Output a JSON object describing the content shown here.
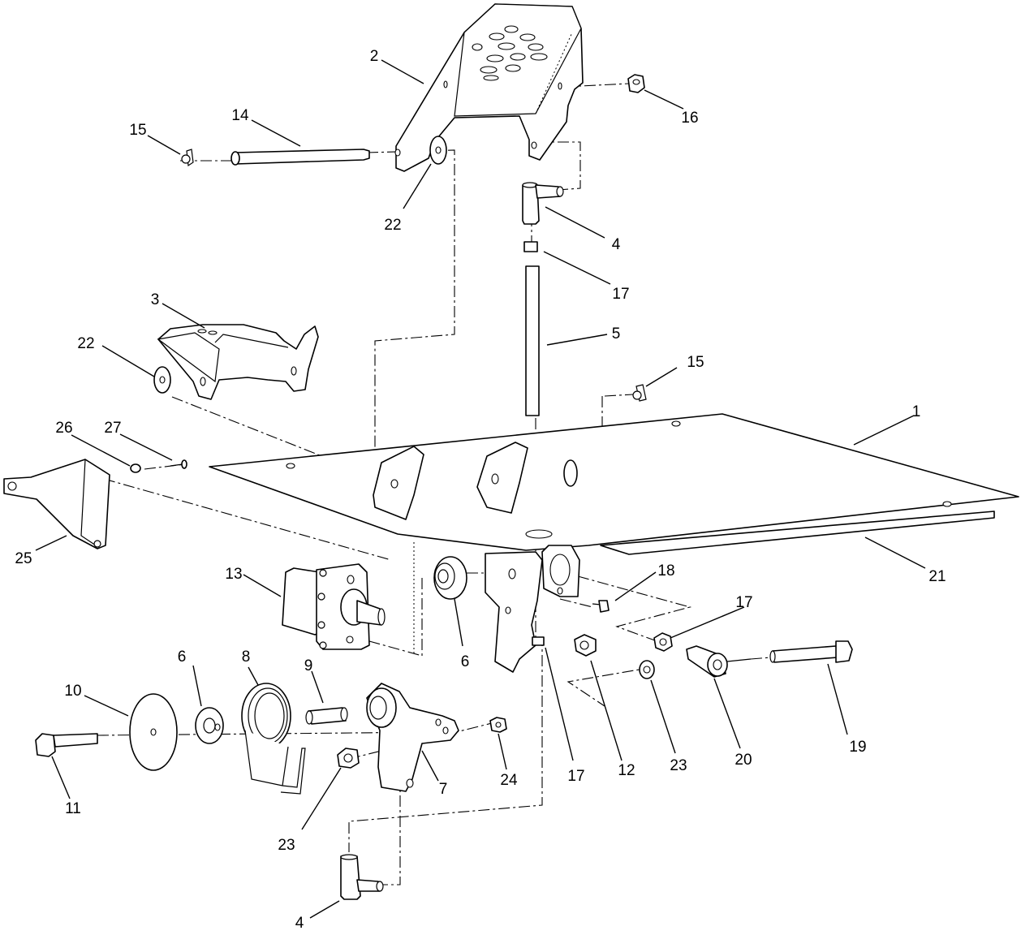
{
  "callouts": [
    {
      "id": "c1",
      "label": "1"
    },
    {
      "id": "c2",
      "label": "2"
    },
    {
      "id": "c3",
      "label": "3"
    },
    {
      "id": "c4a",
      "label": "4"
    },
    {
      "id": "c4b",
      "label": "4"
    },
    {
      "id": "c5",
      "label": "5"
    },
    {
      "id": "c6a",
      "label": "6"
    },
    {
      "id": "c6b",
      "label": "6"
    },
    {
      "id": "c7",
      "label": "7"
    },
    {
      "id": "c8",
      "label": "8"
    },
    {
      "id": "c9",
      "label": "9"
    },
    {
      "id": "c10",
      "label": "10"
    },
    {
      "id": "c11",
      "label": "11"
    },
    {
      "id": "c12",
      "label": "12"
    },
    {
      "id": "c13",
      "label": "13"
    },
    {
      "id": "c14",
      "label": "14"
    },
    {
      "id": "c15a",
      "label": "15"
    },
    {
      "id": "c15b",
      "label": "15"
    },
    {
      "id": "c16",
      "label": "16"
    },
    {
      "id": "c17a",
      "label": "17"
    },
    {
      "id": "c17b",
      "label": "17"
    },
    {
      "id": "c17c",
      "label": "17"
    },
    {
      "id": "c18",
      "label": "18"
    },
    {
      "id": "c19",
      "label": "19"
    },
    {
      "id": "c20",
      "label": "20"
    },
    {
      "id": "c21",
      "label": "21"
    },
    {
      "id": "c22a",
      "label": "22"
    },
    {
      "id": "c22b",
      "label": "22"
    },
    {
      "id": "c23a",
      "label": "23"
    },
    {
      "id": "c23b",
      "label": "23"
    },
    {
      "id": "c24",
      "label": "24"
    },
    {
      "id": "c25",
      "label": "25"
    },
    {
      "id": "c26",
      "label": "26"
    },
    {
      "id": "c27",
      "label": "27"
    }
  ]
}
